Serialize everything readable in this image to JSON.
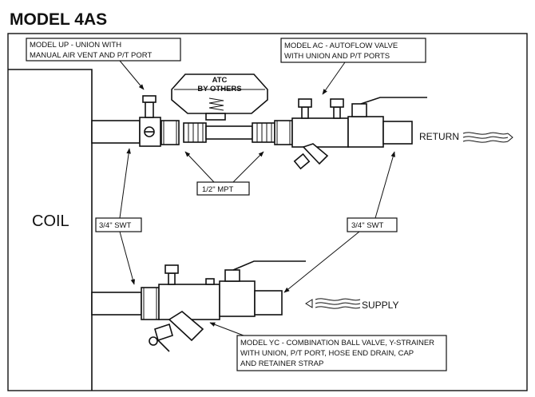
{
  "title": "MODEL 4AS",
  "callouts": {
    "model_up": [
      "MODEL UP - UNION WITH",
      "MANUAL AIR VENT AND P/T PORT"
    ],
    "model_ac": [
      "MODEL AC - AUTOFLOW VALVE",
      "WITH UNION AND P/T PORTS"
    ],
    "atc": [
      "ATC",
      "BY OTHERS"
    ],
    "mpt": "1/2\" MPT",
    "swt_left": "3/4\" SWT",
    "swt_right": "3/4\" SWT",
    "model_yc": [
      "MODEL YC - COMBINATION BALL VALVE, Y-STRAINER",
      "WITH UNION, P/T PORT, HOSE END DRAIN, CAP",
      "AND RETAINER STRAP"
    ]
  },
  "labels": {
    "coil": "COIL",
    "return": "RETURN",
    "supply": "SUPPLY"
  }
}
